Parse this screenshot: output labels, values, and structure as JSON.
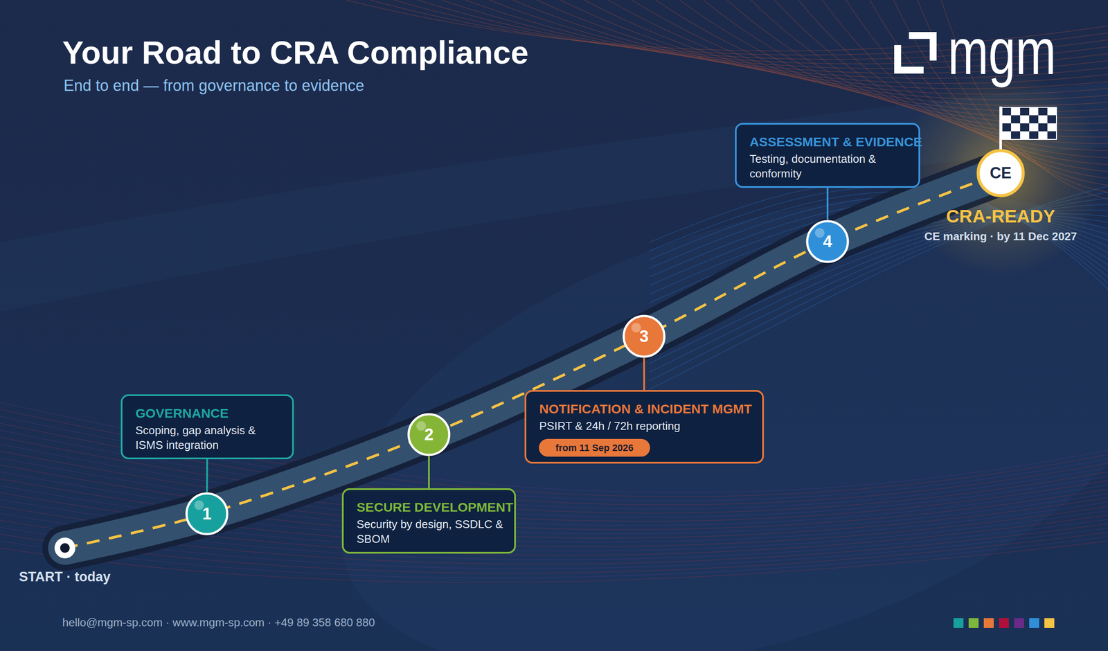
{
  "diagram": {
    "title": "Your Road to CRA Compliance",
    "nodes": [
      {
        "text": [
          "GOVERNANCE",
          "Scoping, gap analysis & ISMS integration"
        ]
      },
      {
        "text": [
          "1"
        ]
      },
      {
        "text": [
          "2"
        ]
      },
      {
        "text": [
          "SECURE DEVELOPMENT",
          "Security by design, SSDLC & SBOM"
        ]
      },
      {
        "text": [
          "3"
        ]
      },
      {
        "text": [
          "NOTIFICATION & INCIDENT MGMT",
          "PSIRT & 24h / 72h reporting"
        ]
      },
      {
        "text": [
          "from 11 Sep 2026"
        ],
        "in": 5
      },
      {
        "text": [
          "ASSESSMENT & EVIDENCE",
          "Testing, documentation & conformity"
        ]
      },
      {
        "text": [
          "4"
        ]
      },
      {
        "text": [
          "CE"
        ]
      }
    ],
    "edges": [
      {
        "from": 0,
        "to": 1,
        "arrow": "none"
      },
      {
        "from": 3,
        "to": 2,
        "arrow": "none"
      },
      {
        "from": 5,
        "to": 4,
        "arrow": "none"
      },
      {
        "from": 7,
        "to": 8,
        "arrow": "none"
      }
    ],
    "labels": [
      "End to end — from governance to evidence",
      "mgm",
      "CRA-READY",
      "CE marking · by 11 Dec 2027",
      "START · today",
      "hello@mgm-sp.com · www.mgm-sp.com · +49 89 358 680 880"
    ]
  }
}
